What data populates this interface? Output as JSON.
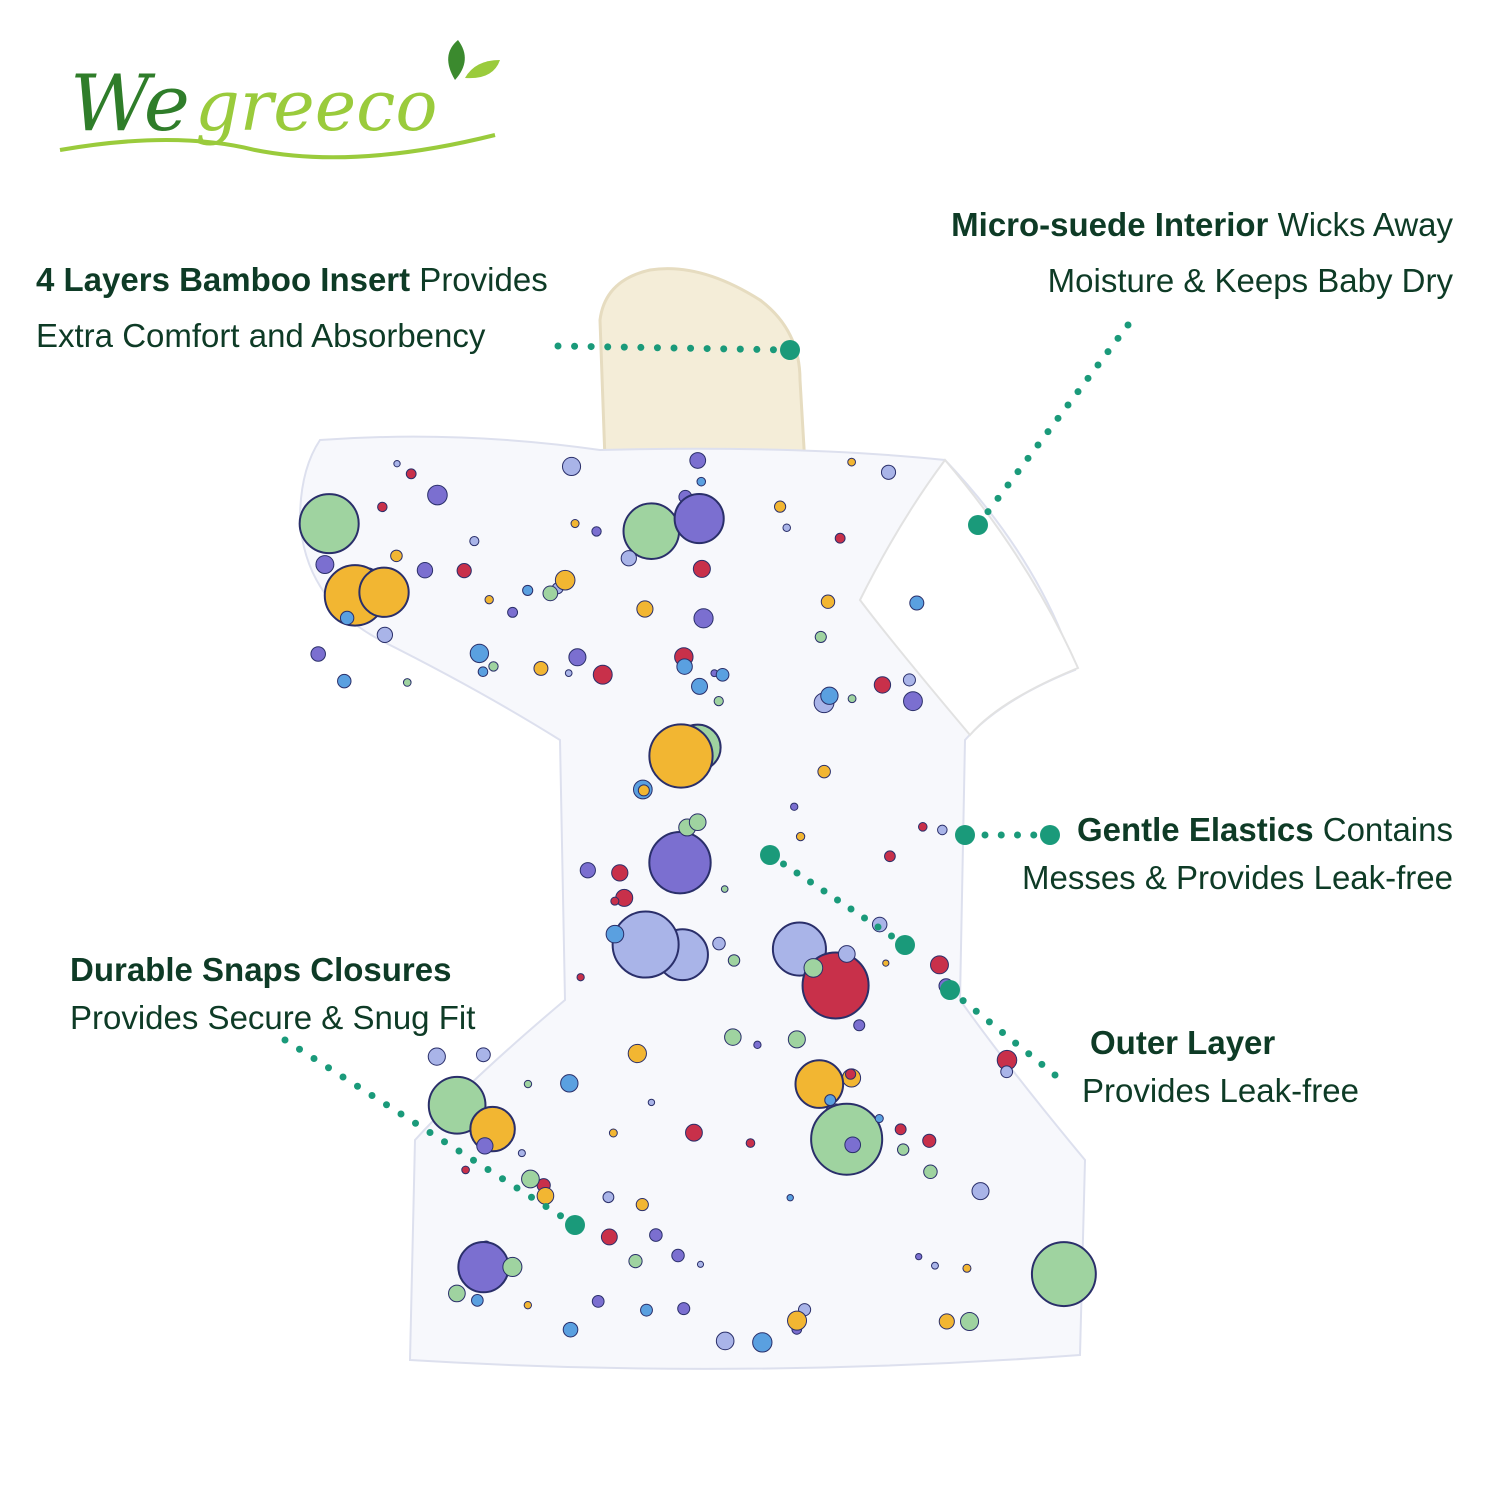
{
  "brand": {
    "logo_text": "Wegreeco"
  },
  "colors": {
    "text": "#0e3b26",
    "dots": "#1a9a7a",
    "logo_dark": "#2f7d2a",
    "logo_light": "#9acb3c"
  },
  "callouts": [
    {
      "bold": "4 Layers Bamboo Insert",
      "rest": " Provides",
      "line2": "Extra Comfort and Absorbency"
    },
    {
      "bold": "Micro-suede Interior",
      "rest": " Wicks Away",
      "line2": "Moisture & Keeps Baby Dry"
    },
    {
      "bold": "Gentle Elastics",
      "rest": " Contains",
      "line2": "Messes & Provides Leak-free"
    },
    {
      "bold": "Durable Snaps Closures",
      "rest": "",
      "line2": "Provides Secure & Snug Fit"
    },
    {
      "bold": "Outer Layer",
      "rest": "",
      "line2": "Provides Leak-free"
    }
  ]
}
